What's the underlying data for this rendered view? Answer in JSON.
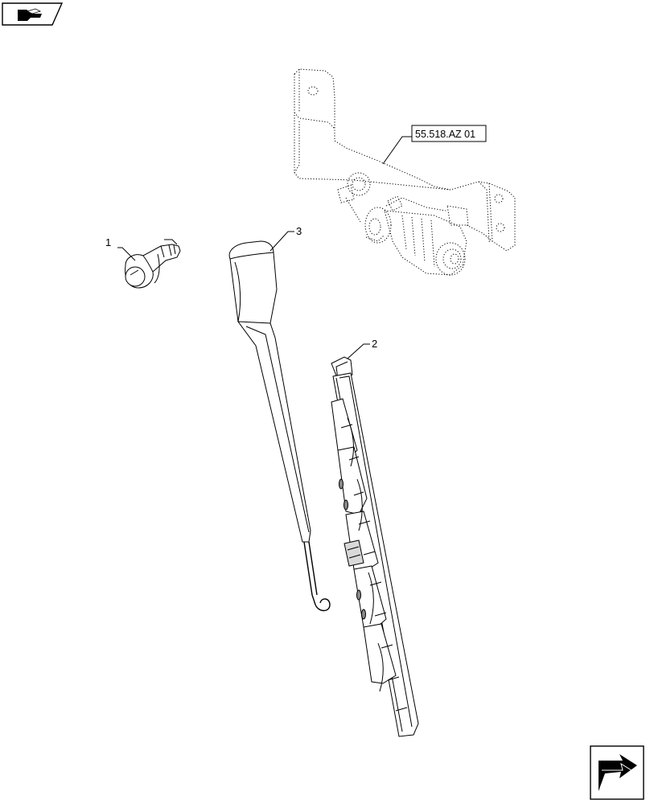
{
  "diagram": {
    "callouts": [
      {
        "id": "callout-1",
        "label": "1"
      },
      {
        "id": "callout-2",
        "label": "2"
      },
      {
        "id": "callout-3",
        "label": "3"
      }
    ],
    "reference": {
      "label": "55.518.AZ 01"
    }
  },
  "icons": {
    "header_icon": "book-hand-icon",
    "next_page_icon": "next-page-arrow-icon"
  }
}
